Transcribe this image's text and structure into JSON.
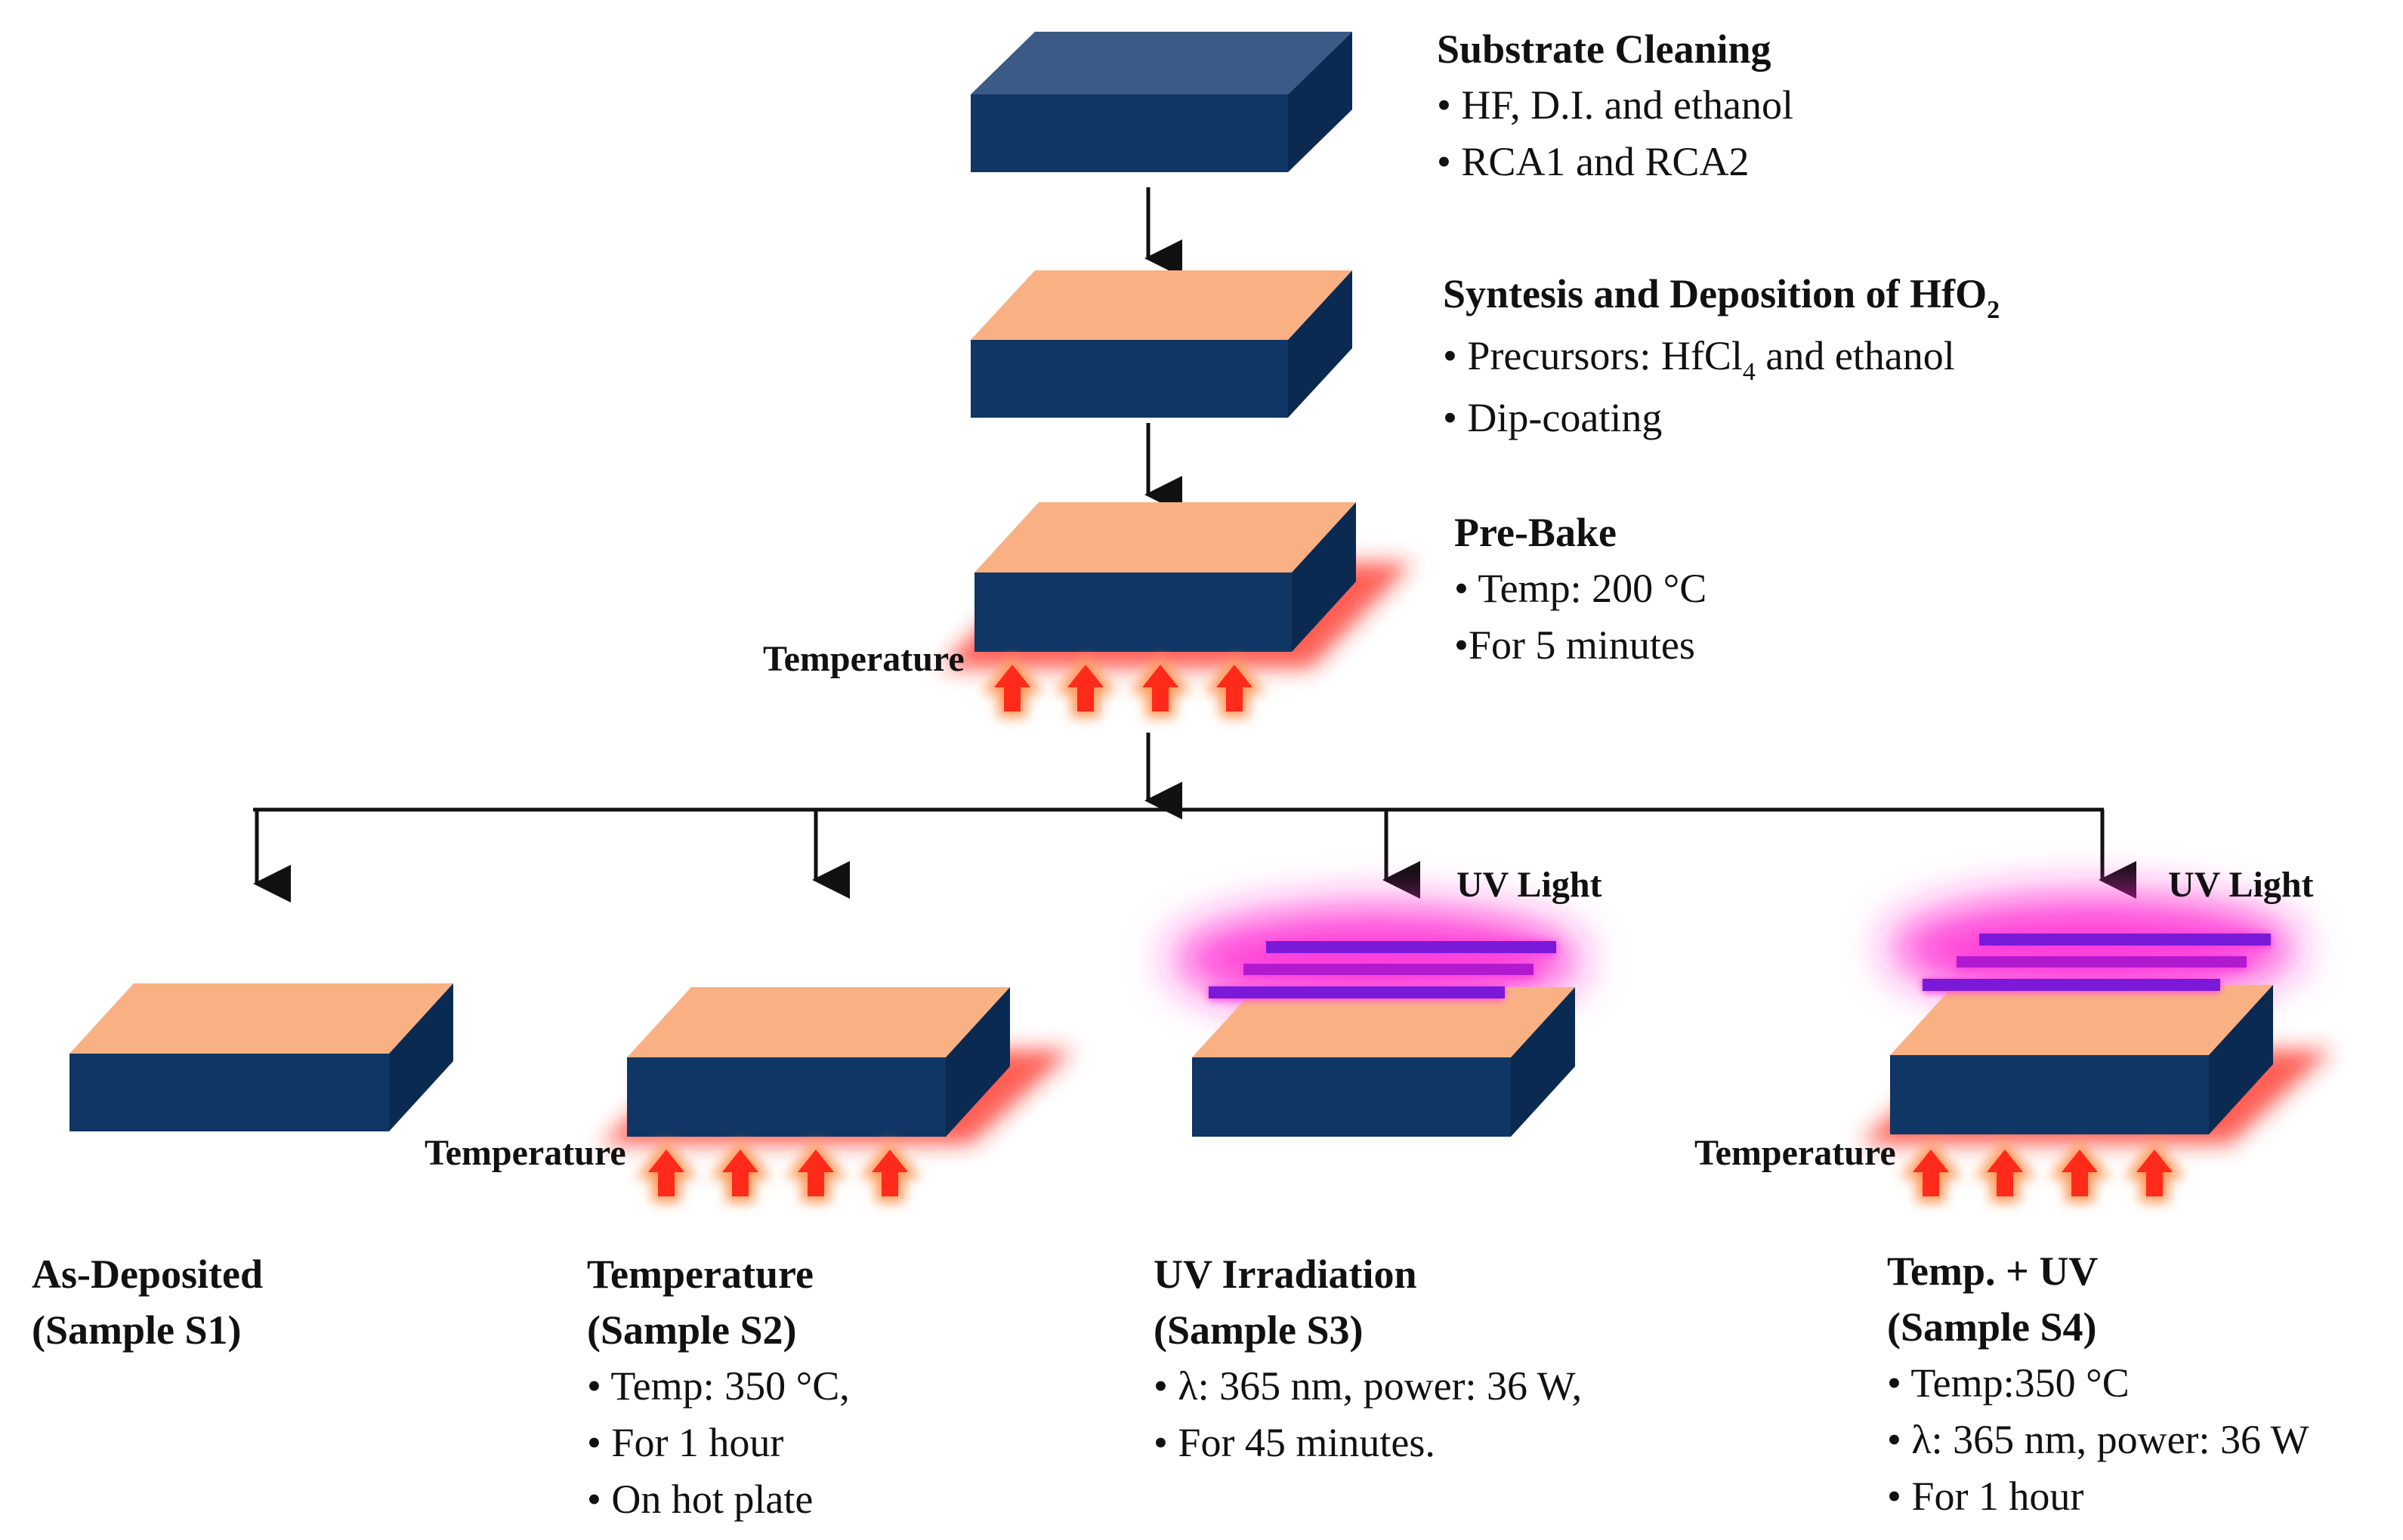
{
  "steps": {
    "cleaning": {
      "title": "Substrate Cleaning",
      "items": [
        "• HF, D.I. and ethanol",
        "• RCA1 and RCA2"
      ]
    },
    "synthesis": {
      "title": "Syntesis and Deposition of HfO",
      "title_sub": "2",
      "item1_pre": "• Precursors: HfCl",
      "item1_sub": "4",
      "item1_post": " and ethanol",
      "item2": "• Dip-coating"
    },
    "prebake": {
      "title": "Pre-Bake",
      "items": [
        "• Temp: 200 °C",
        "•For 5 minutes"
      ],
      "heat_label": "Temperature"
    }
  },
  "samples": [
    {
      "title": "As-Deposited",
      "sample": "(Sample S1)",
      "items": []
    },
    {
      "title": "Temperature",
      "sample": "(Sample S2)",
      "items": [
        "• Temp: 350 °C,",
        "• For 1 hour",
        "• On hot plate"
      ],
      "heat_label": "Temperature"
    },
    {
      "title": "UV Irradiation",
      "sample": "(Sample S3)",
      "items": [
        "• λ: 365 nm,  power: 36 W,",
        "• For 45 minutes."
      ],
      "uv_label": "UV Light"
    },
    {
      "title": "Temp. + UV",
      "sample": "(Sample S4)",
      "items": [
        "• Temp:350 °C",
        "• λ: 365 nm,  power: 36 W",
        "• For 1 hour"
      ],
      "heat_label": "Temperature",
      "uv_label": "UV Light"
    }
  ],
  "colors": {
    "substrate_top": "#3b5a86",
    "substrate_front": "#0f3664",
    "substrate_side": "#0b2a52",
    "film": "#f9b184",
    "heat": "#ff2a1a",
    "uv_lamp": "#7a1ad8",
    "uv_glow": "#ff1fd0",
    "arrow": "#111111"
  }
}
